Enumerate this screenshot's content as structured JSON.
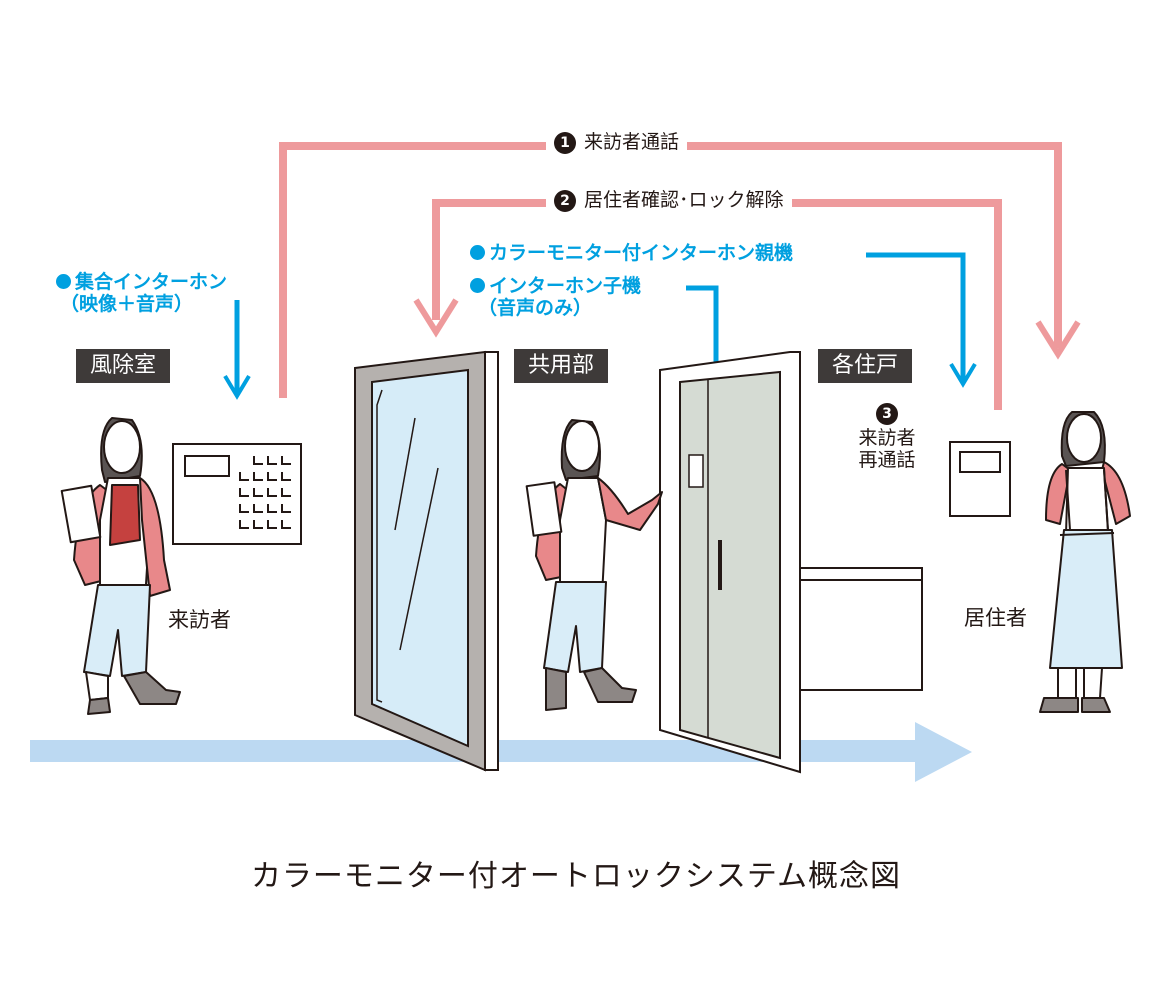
{
  "steps": {
    "step1": {
      "number": "1",
      "label": "来訪者通話"
    },
    "step2": {
      "number": "2",
      "label": "居住者確認･ロック解除"
    },
    "step3": {
      "number": "3",
      "line1": "来訪者",
      "line2": "再通話"
    }
  },
  "devices": {
    "lobby_intercom": {
      "line1": "集合インターホン",
      "line2": "（映像＋音声）"
    },
    "master_monitor": {
      "label": "カラーモニター付インターホン親機"
    },
    "door_slave": {
      "line1": "インターホン子機",
      "line2": "（音声のみ）"
    }
  },
  "zones": {
    "vestibule": "風除室",
    "common": "共用部",
    "unit": "各住戸"
  },
  "people": {
    "visitor": "来訪者",
    "resident": "居住者"
  },
  "caption": "カラーモニター付オートロックシステム概念図",
  "colors": {
    "pink_arrow": "#ee9a9c",
    "blue_arrow": "#00a0e0",
    "flow_band": "#bcd9f2",
    "zone_bg": "#3e3a39",
    "glass": "#d6ecf8",
    "door_panel": "#d5dbd3",
    "sweater": "#e8888a",
    "jeans": "#d9edf8"
  }
}
